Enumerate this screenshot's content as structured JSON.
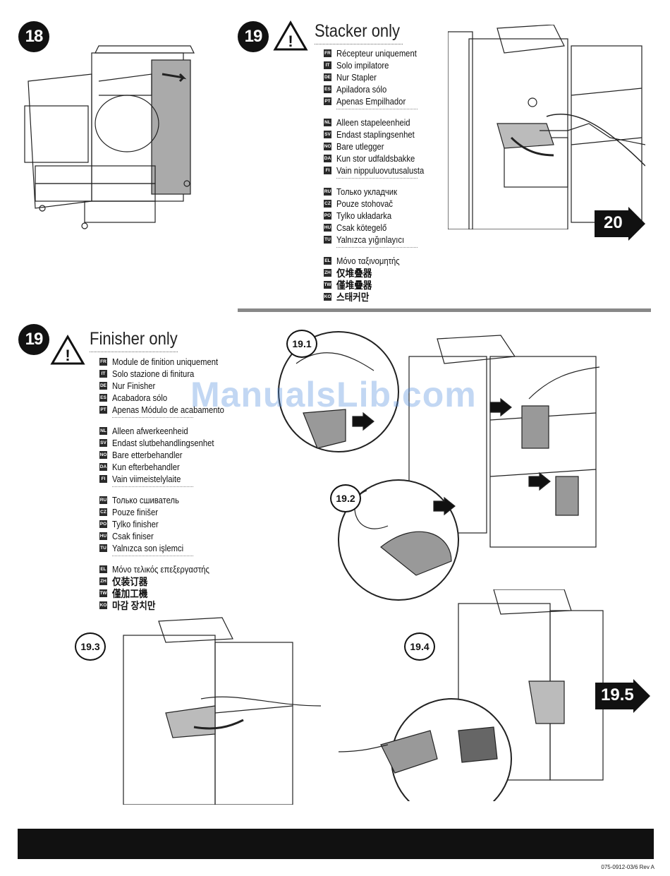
{
  "step18": {
    "number": "18"
  },
  "step19_stacker": {
    "number": "19",
    "title": "Stacker only",
    "groups": [
      [
        {
          "code": "FR",
          "text": "Récepteur uniquement"
        },
        {
          "code": "IT",
          "text": "Solo impilatore"
        },
        {
          "code": "DE",
          "text": "Nur Stapler"
        },
        {
          "code": "ES",
          "text": "Apiladora sólo"
        },
        {
          "code": "PT",
          "text": "Apenas Empilhador"
        }
      ],
      [
        {
          "code": "NL",
          "text": "Alleen stapeleenheid"
        },
        {
          "code": "SV",
          "text": "Endast staplingsenhet"
        },
        {
          "code": "NO",
          "text": "Bare utlegger"
        },
        {
          "code": "DA",
          "text": "Kun stor udfaldsbakke"
        },
        {
          "code": "FI",
          "text": "Vain nippuluovutusalusta"
        }
      ],
      [
        {
          "code": "RU",
          "text": "Только укладчик"
        },
        {
          "code": "CZ",
          "text": "Pouze stohovač"
        },
        {
          "code": "PO",
          "text": "Tylko układarka"
        },
        {
          "code": "HU",
          "text": "Csak kötegelő"
        },
        {
          "code": "TU",
          "text": "Yalnızca yığınlayıcı"
        }
      ],
      [
        {
          "code": "EL",
          "text": "Μόνο ταξινομητής"
        },
        {
          "code": "ZH",
          "text": "仅堆叠器"
        },
        {
          "code": "TW",
          "text": "僅堆疊器"
        },
        {
          "code": "KO",
          "text": "스태커만"
        }
      ]
    ],
    "next": "20"
  },
  "step19_finisher": {
    "number": "19",
    "title": "Finisher only",
    "groups": [
      [
        {
          "code": "FR",
          "text": "Module de finition uniquement"
        },
        {
          "code": "IT",
          "text": "Solo stazione di finitura"
        },
        {
          "code": "DE",
          "text": "Nur Finisher"
        },
        {
          "code": "ES",
          "text": "Acabadora sólo"
        },
        {
          "code": "PT",
          "text": "Apenas Módulo de acabamento"
        }
      ],
      [
        {
          "code": "NL",
          "text": "Alleen afwerkeenheid"
        },
        {
          "code": "SV",
          "text": "Endast slutbehandlingsenhet"
        },
        {
          "code": "NO",
          "text": "Bare etterbehandler"
        },
        {
          "code": "DA",
          "text": "Kun efterbehandler"
        },
        {
          "code": "FI",
          "text": "Vain viimeistelylaite"
        }
      ],
      [
        {
          "code": "RU",
          "text": "Только сшиватель"
        },
        {
          "code": "CZ",
          "text": "Pouze finišer"
        },
        {
          "code": "PO",
          "text": "Tylko finisher"
        },
        {
          "code": "HU",
          "text": "Csak finiser"
        },
        {
          "code": "TU",
          "text": "Yalnızca son işlemci"
        }
      ],
      [
        {
          "code": "EL",
          "text": "Μόνο τελικός επεξεργαστής"
        },
        {
          "code": "ZH",
          "text": "仅装订器"
        },
        {
          "code": "TW",
          "text": "僅加工機"
        },
        {
          "code": "KO",
          "text": "마감 장치만"
        }
      ]
    ],
    "substeps": [
      "19.1",
      "19.2",
      "19.3",
      "19.4"
    ],
    "next": "19.5"
  },
  "watermark": "ManualsLib.com",
  "footer": {
    "doc_id": "075-0912-03/6 Rev A"
  },
  "icons": {
    "warning": "warning-triangle-icon",
    "next": "next-arrow-icon"
  }
}
